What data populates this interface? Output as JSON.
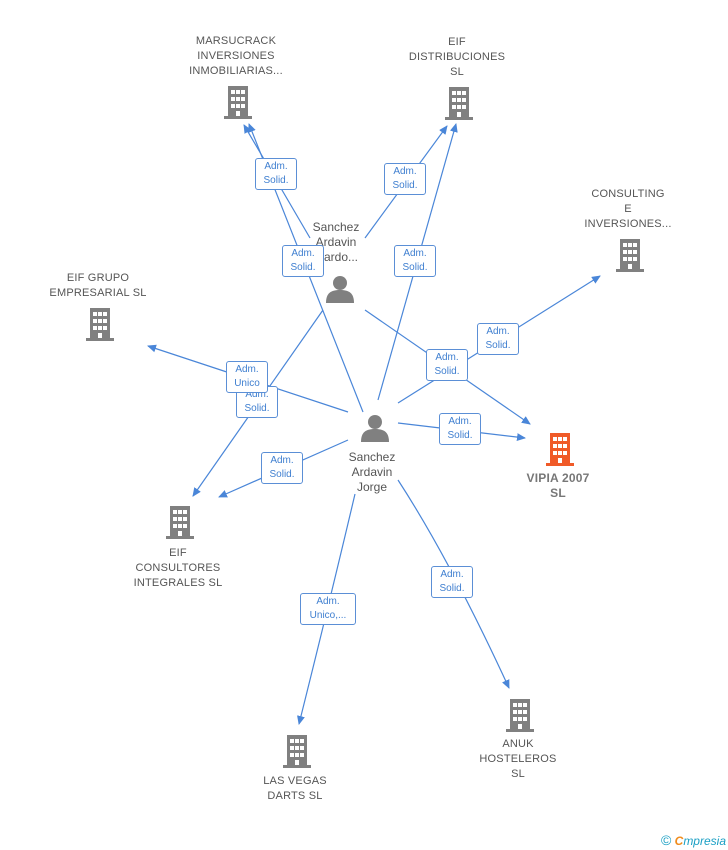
{
  "colors": {
    "edge": "#4a86d8",
    "node": "#808080",
    "highlight": "#f05a28"
  },
  "companies": {
    "marsucrack": [
      "MARSUCRACK",
      "INVERSIONES",
      "INMOBILIARIAS..."
    ],
    "eif_distribuciones": [
      "EIF",
      "DISTRIBUCIONES",
      "SL"
    ],
    "consulting": [
      "CONSULTING",
      "E",
      "INVERSIONES..."
    ],
    "eif_grupo": [
      "EIF GRUPO",
      "EMPRESARIAL SL"
    ],
    "vipia": [
      "VIPIA 2007",
      "SL"
    ],
    "eif_consultores": [
      "EIF",
      "CONSULTORES",
      "INTEGRALES SL"
    ],
    "anuk": [
      "ANUK",
      "HOSTELEROS",
      "SL"
    ],
    "las_vegas": [
      "LAS VEGAS",
      "DARTS SL"
    ]
  },
  "persons": {
    "sanchez_eduardo": [
      "Sanchez",
      "Ardavin",
      "...ardo..."
    ],
    "sanchez_jorge": [
      "Sanchez",
      "Ardavin",
      "Jorge"
    ]
  },
  "edge_labels": {
    "e1": [
      "Adm.",
      "Solid."
    ],
    "e2": [
      "Adm.",
      "Solid."
    ],
    "e3": [
      "Adm.",
      "Solid."
    ],
    "e4": [
      "Adm.",
      "Solid."
    ],
    "e5": [
      "Adm.",
      "Solid."
    ],
    "e6": [
      "Adm.",
      "Solid."
    ],
    "e7": [
      "Adm.",
      "Unico"
    ],
    "e8": [
      "Adm.",
      "Solid."
    ],
    "e9": [
      "Adm.",
      "Solid."
    ],
    "e10": [
      "Adm.",
      "Solid."
    ],
    "e11": [
      "Adm.",
      "Unico,..."
    ],
    "e12": [
      "Adm.",
      "Solid."
    ]
  },
  "footer": {
    "copyright": "©",
    "brand_initial": "C",
    "brand_rest": "mpresia"
  }
}
